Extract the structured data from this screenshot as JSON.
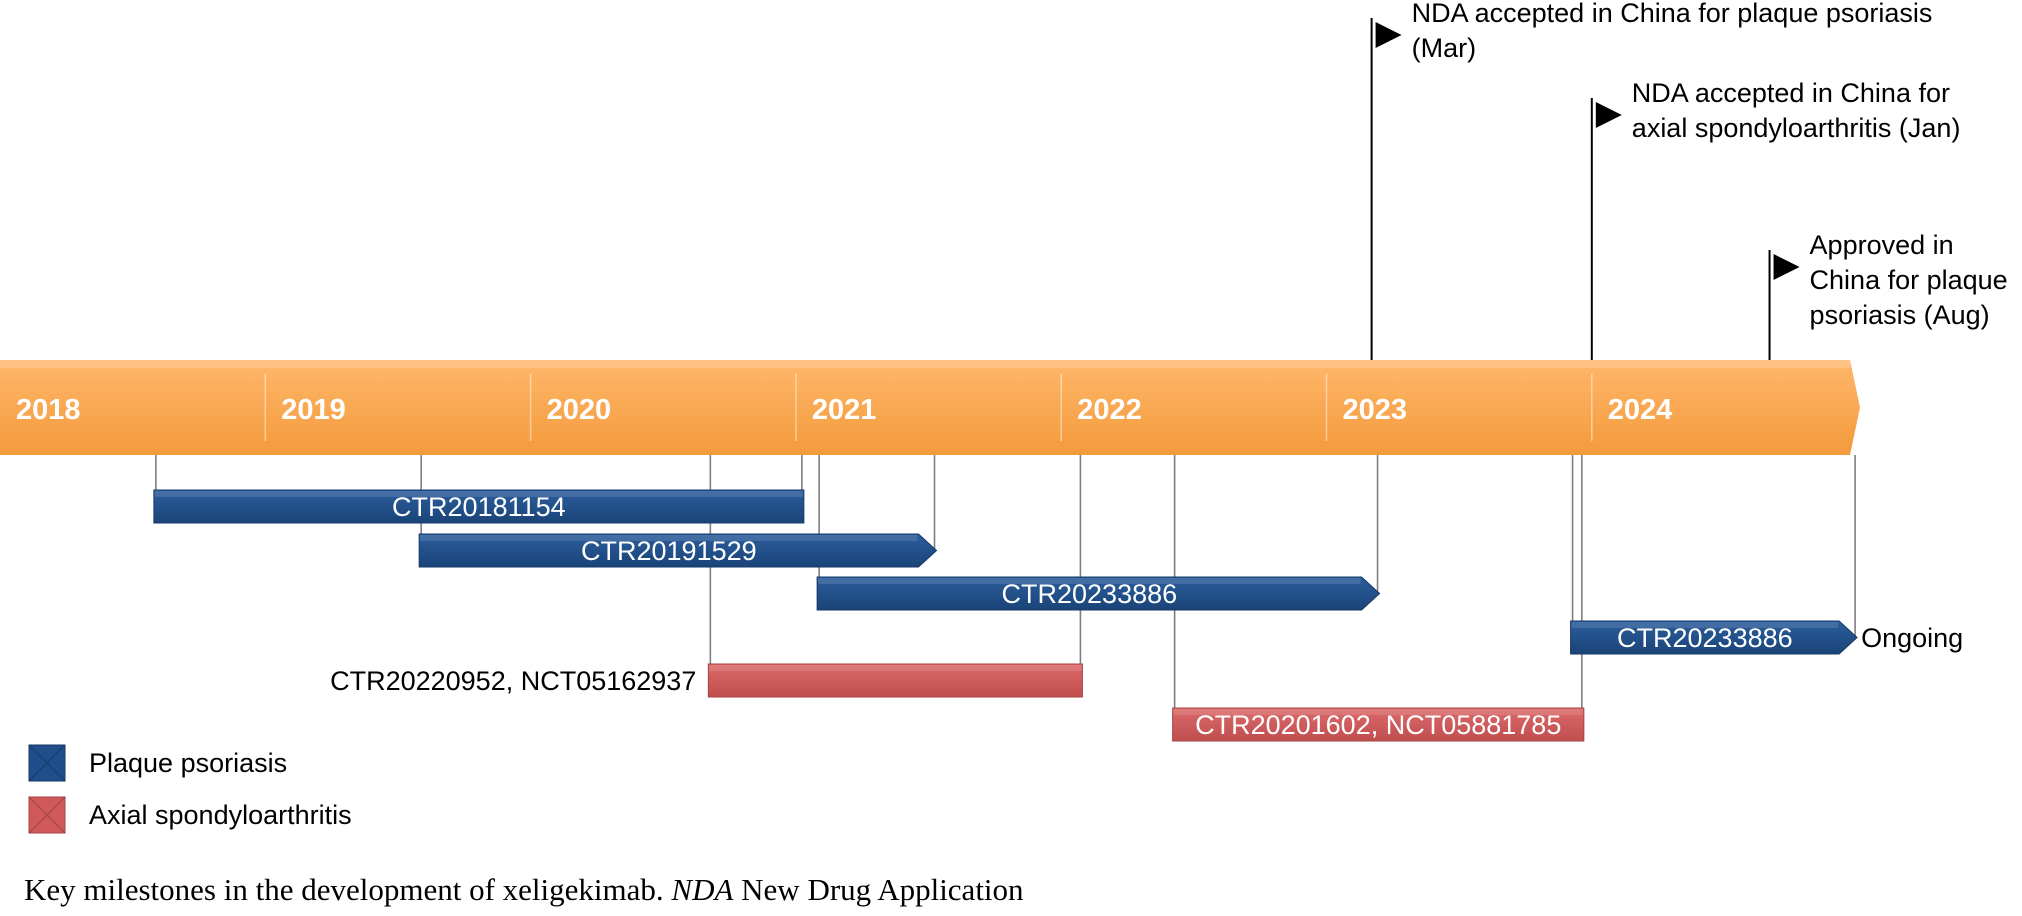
{
  "timeline": {
    "years": [
      "2018",
      "2019",
      "2020",
      "2021",
      "2022",
      "2023",
      "2024"
    ],
    "colors": {
      "axis_top": "#ffb76a",
      "axis_bottom": "#f39a3c",
      "axis_text": "#ffffff",
      "plaque": "#1f4e8a",
      "plaque_dark": "#163a68",
      "axial": "#d05a5a",
      "axial_dark": "#a94343",
      "connector": "#7f7f7f",
      "milestone": "#000000"
    }
  },
  "trials": [
    {
      "label": "CTR20181154",
      "indication": "plaque",
      "start": 2018.58,
      "end": 2021.03,
      "arrow": false,
      "label_side": "inside"
    },
    {
      "label": "CTR20191529",
      "indication": "plaque",
      "start": 2019.58,
      "end": 2021.53,
      "arrow": true,
      "label_side": "inside"
    },
    {
      "label": "CTR20233886",
      "indication": "plaque",
      "start": 2021.08,
      "end": 2023.2,
      "arrow": true,
      "label_side": "inside"
    },
    {
      "label": "CTR20220952, NCT05162937",
      "indication": "axial",
      "start": 2020.67,
      "end": 2022.08,
      "arrow": false,
      "label_side": "left"
    },
    {
      "label": "CTR20201602, NCT05881785",
      "indication": "axial",
      "start": 2022.42,
      "end": 2023.97,
      "arrow": false,
      "label_side": "inside"
    },
    {
      "label": "CTR20233886",
      "indication": "plaque",
      "start": 2023.92,
      "end": 2025.0,
      "arrow": true,
      "label_side": "inside",
      "status": "Ongoing"
    }
  ],
  "milestones": [
    {
      "date": 2023.17,
      "lines": [
        "NDA accepted in China for plaque psoriasis",
        "(Mar)"
      ],
      "level": 0
    },
    {
      "date": 2024.0,
      "lines": [
        "NDA accepted in China for",
        "axial spondyloarthritis (Jan)"
      ],
      "level": 1
    },
    {
      "date": 2024.67,
      "lines": [
        "Approved in",
        "China for plaque",
        "psoriasis (Aug)"
      ],
      "level": 2
    }
  ],
  "legend": [
    {
      "key": "plaque",
      "label": "Plaque psoriasis"
    },
    {
      "key": "axial",
      "label": "Axial spondyloarthritis"
    }
  ],
  "caption": {
    "text": "Key milestones in the development of xeligekimab. ",
    "abbr": "NDA",
    "rest": " New Drug Application"
  }
}
